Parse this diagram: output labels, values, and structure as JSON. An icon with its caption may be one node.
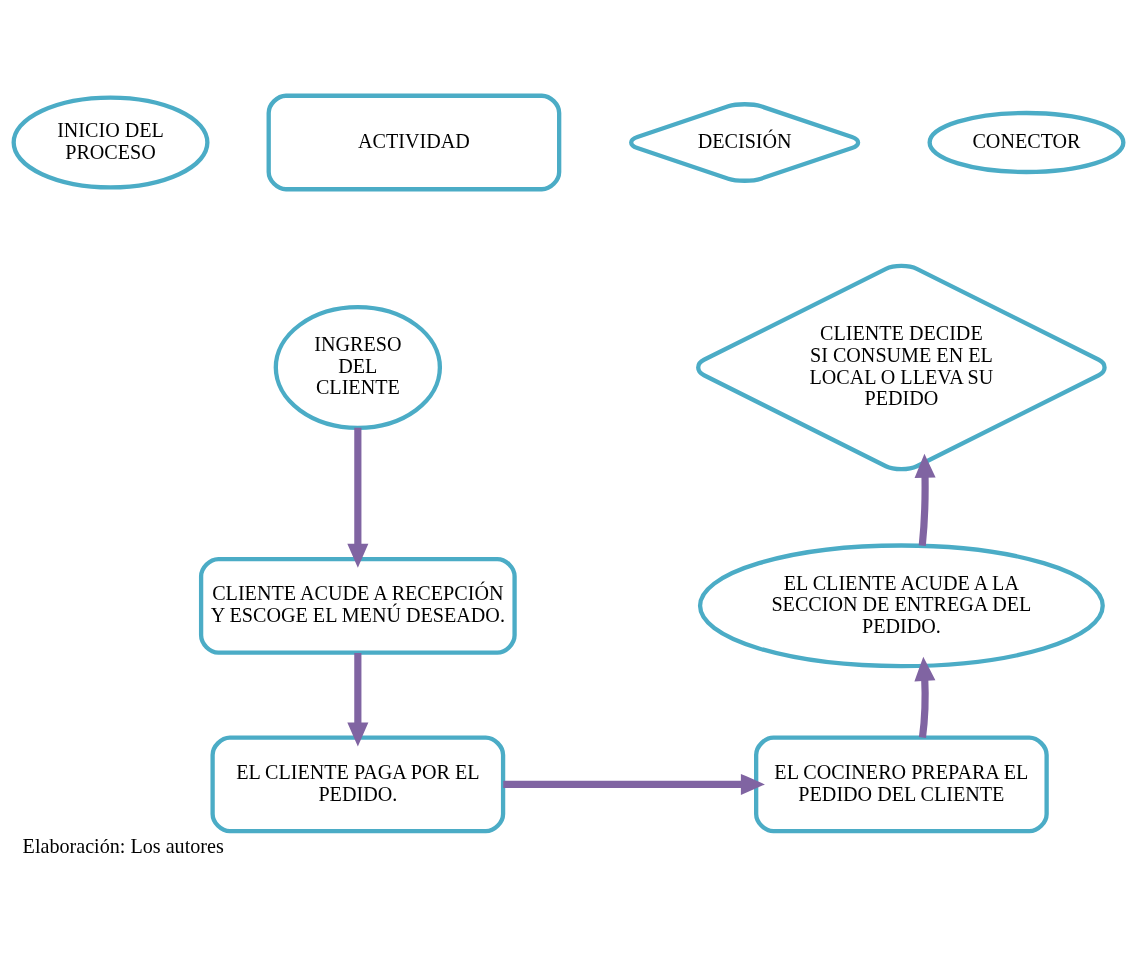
{
  "diagram": {
    "caption": "Elaboración: Los autores",
    "nodes": [
      {
        "text": [
          "INICIO DEL PROCESO"
        ]
      },
      {
        "text": [
          "ACTIVIDAD"
        ]
      },
      {
        "text": [
          "DECISIÓN"
        ]
      },
      {
        "text": [
          "CONECTOR"
        ]
      },
      {
        "text": [
          "INGRESO DEL CLIENTE"
        ]
      },
      {
        "text": [
          "CLIENTE ACUDE A RECEPCIÓN Y ESCOGE EL MENÚ DESEADO."
        ]
      },
      {
        "text": [
          "EL CLIENTE PAGA POR EL PEDIDO."
        ]
      },
      {
        "text": [
          "EL COCINERO PREPARA EL PEDIDO DEL CLIENTE"
        ]
      },
      {
        "text": [
          "EL CLIENTE ACUDE A LA SECCION DE ENTREGA DEL PEDIDO."
        ]
      },
      {
        "text": [
          "CLIENTE DECIDE SI CONSUME EN EL LOCAL O LLEVA SU PEDIDO"
        ]
      }
    ],
    "edges": [
      {
        "from": 4,
        "to": 5,
        "arrow": "to"
      },
      {
        "from": 5,
        "to": 6,
        "arrow": "to"
      },
      {
        "from": 6,
        "to": 7,
        "arrow": "to"
      },
      {
        "from": 7,
        "to": 8,
        "arrow": "to"
      },
      {
        "from": 8,
        "to": 9,
        "arrow": "to"
      }
    ]
  }
}
